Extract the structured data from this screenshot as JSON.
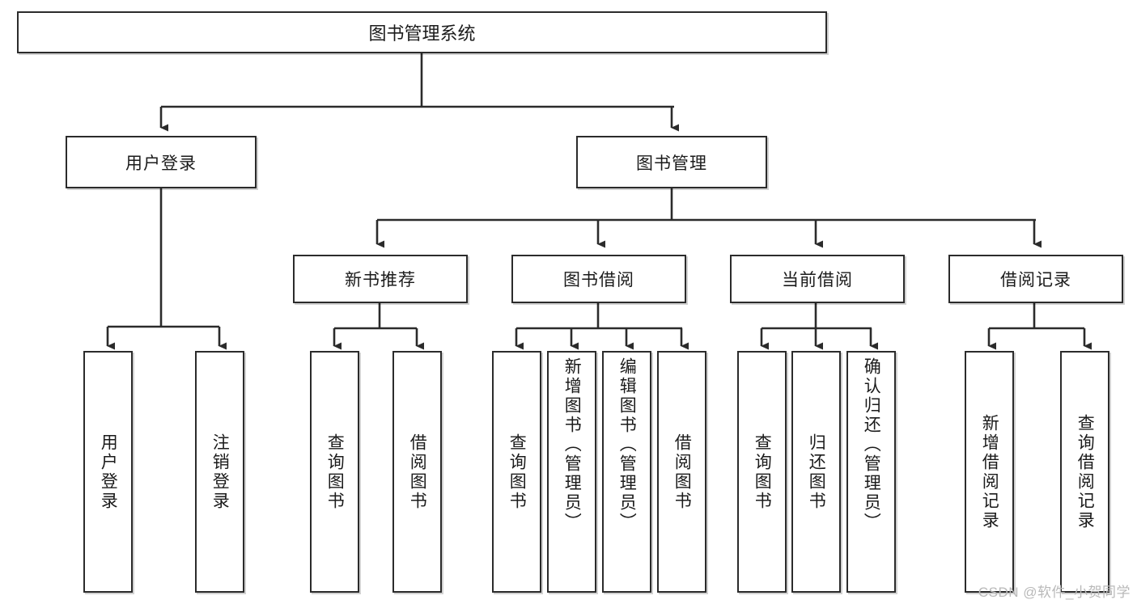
{
  "diagram": {
    "type": "tree",
    "title": "图书管理系统",
    "watermark": "CSDN @软件_小贺同学",
    "colors": {
      "stroke": "#2b2b2b",
      "fill": "#ffffff",
      "text": "#1b1b1b",
      "watermark": "#b9b9b9"
    },
    "root": {
      "label": "图书管理系统"
    },
    "level2": [
      {
        "label": "用户登录"
      },
      {
        "label": "图书管理"
      }
    ],
    "level3": [
      {
        "label": "新书推荐"
      },
      {
        "label": "图书借阅"
      },
      {
        "label": "当前借阅"
      },
      {
        "label": "借阅记录"
      }
    ],
    "leaves": {
      "user_login": [
        {
          "label": "用户登录"
        },
        {
          "label": "注销登录"
        }
      ],
      "new_book": [
        {
          "label": "查询图书"
        },
        {
          "label": "借阅图书"
        }
      ],
      "book_borrow": [
        {
          "label": "查询图书"
        },
        {
          "label": "新增图书（管理员）"
        },
        {
          "label": "编辑图书（管理员）"
        },
        {
          "label": "借阅图书"
        }
      ],
      "current_borrow": [
        {
          "label": "查询图书"
        },
        {
          "label": "归还图书"
        },
        {
          "label": "确认归还（管理员）"
        }
      ],
      "borrow_record": [
        {
          "label": "新增借阅记录"
        },
        {
          "label": "查询借阅记录"
        }
      ]
    }
  }
}
